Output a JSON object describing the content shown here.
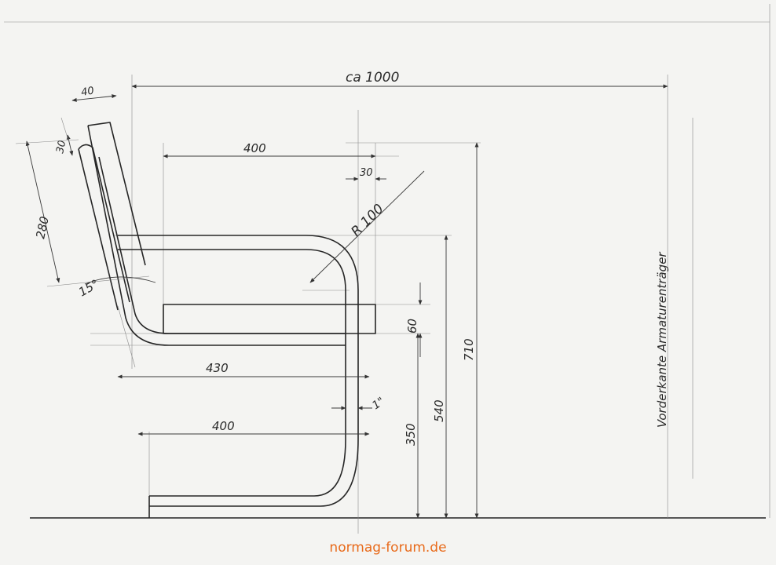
{
  "dimensions": {
    "overall_width": "ca 1000",
    "tube_width": "40",
    "top_offset": "30",
    "backrest_length": "280",
    "backrest_angle": "15°",
    "armrest_depth": "400",
    "armrest_offset": "30",
    "bend_radius": "R 100",
    "seat_thickness": "60",
    "seat_depth": "430",
    "tube_diameter": "1\"",
    "base_depth": "400",
    "seat_height": "350",
    "armrest_height": "540",
    "total_height": "710"
  },
  "annotation": "Vorderkante Armaturenträger",
  "watermark": "normag-forum.de",
  "colors": {
    "ink": "#262626",
    "paper": "#f4f4f2",
    "watermark": "#e86a1a"
  }
}
